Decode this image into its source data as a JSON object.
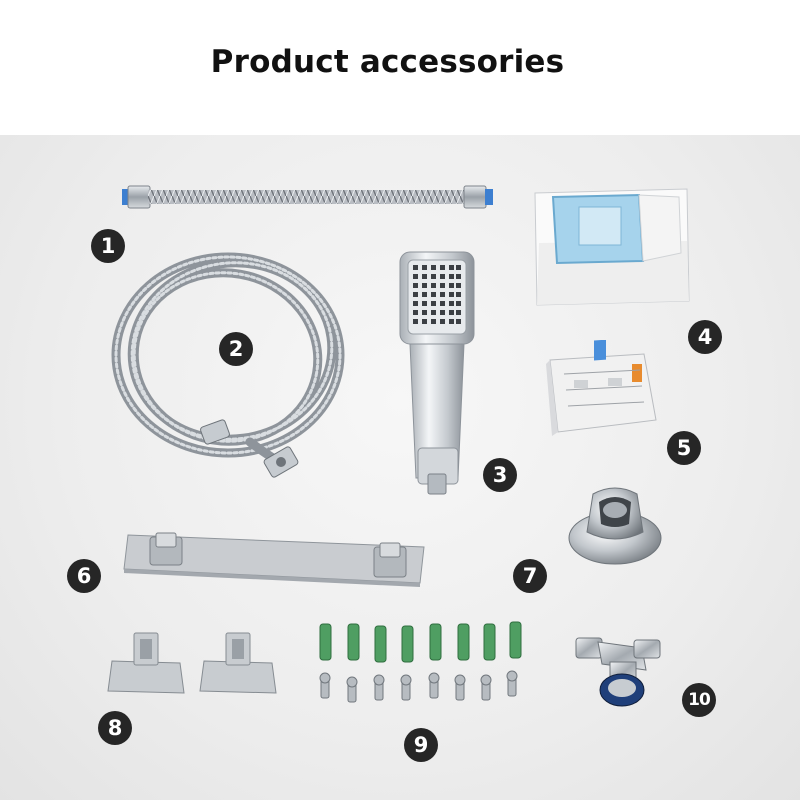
{
  "title": "Product accessories",
  "badges": [
    "1",
    "2",
    "3",
    "4",
    "5",
    "6",
    "7",
    "8",
    "9",
    "10"
  ],
  "items": [
    {
      "number": "1",
      "icon": "braided-inlet-hose-icon"
    },
    {
      "number": "2",
      "icon": "shower-hose-icon"
    },
    {
      "number": "3",
      "icon": "hand-shower-head-icon"
    },
    {
      "number": "4",
      "icon": "breaker-box-icon"
    },
    {
      "number": "5",
      "icon": "circuit-breaker-icon"
    },
    {
      "number": "6",
      "icon": "mounting-bracket-plate-icon"
    },
    {
      "number": "7",
      "icon": "shower-holder-icon"
    },
    {
      "number": "8",
      "icon": "hanging-hooks-icon"
    },
    {
      "number": "9",
      "icon": "wall-plugs-and-screws-icon"
    },
    {
      "number": "10",
      "icon": "angle-valve-icon"
    }
  ],
  "colors": {
    "background": "#ebebeb",
    "badge": "#262626",
    "chrome": "#c8ccd2",
    "anchor": "#4f9e62"
  }
}
